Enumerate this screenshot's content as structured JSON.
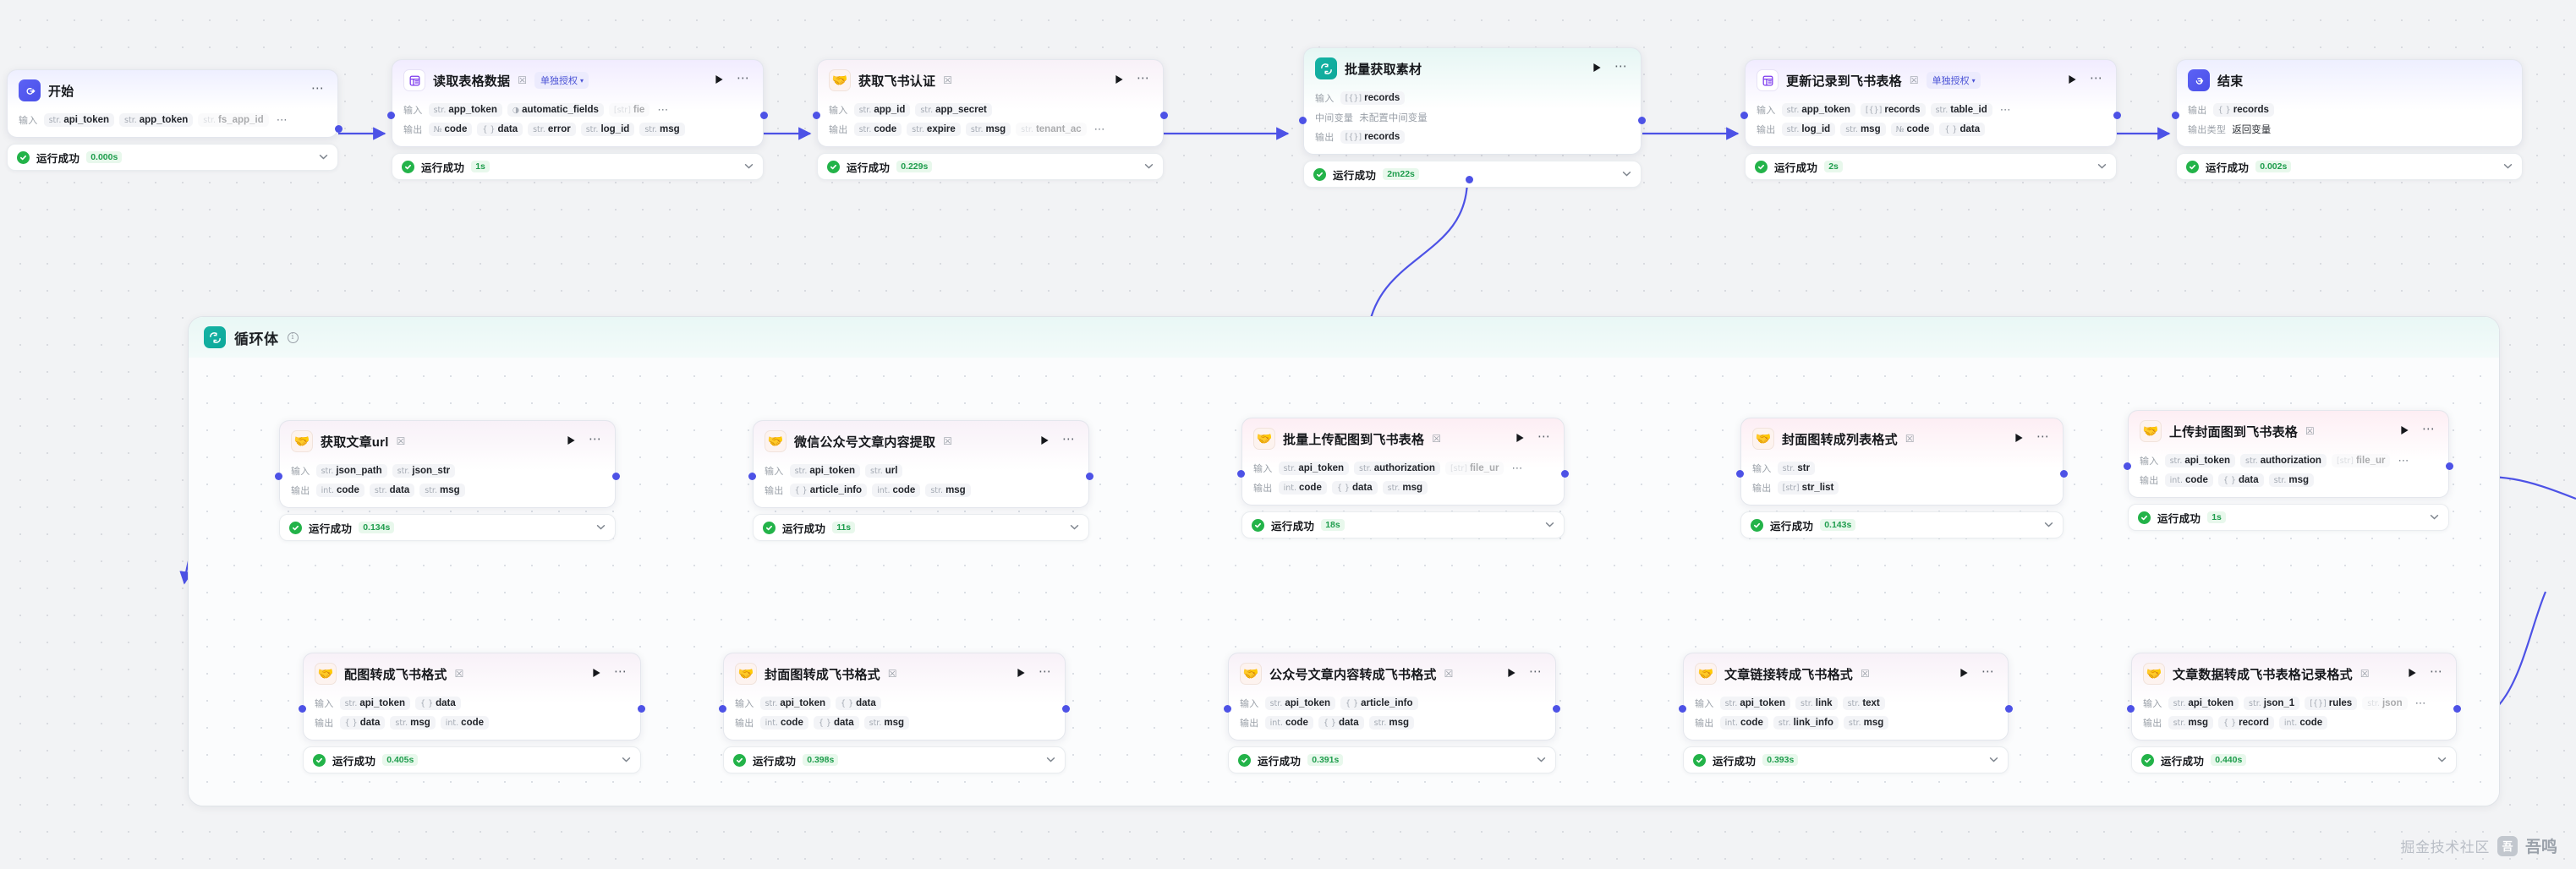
{
  "canvas": {
    "background_color": "#f2f3f5",
    "accent_color": "#4d52e6",
    "success_color": "#23b349"
  },
  "loop_container": {
    "title": "循环体",
    "icon": "loop-icon",
    "info_icon": "info-circle-icon"
  },
  "labels": {
    "input": "输入",
    "output": "输出",
    "middle_var": "中间变量",
    "output_type": "输出类型",
    "run": "run-icon",
    "more": "more-icon"
  },
  "watermark": {
    "text": "掘金技术社区",
    "logo": "吾",
    "brand": "吾鸣"
  },
  "nodes": [
    {
      "id": "start",
      "name": "开始",
      "icon": "start-icon",
      "theme": "theme-start",
      "has_auth_chip": false,
      "auth_label": "",
      "has_run": false,
      "has_more": true,
      "rows": [
        {
          "label": "输入",
          "chips": [
            {
              "type": "str.",
              "name": "api_token"
            },
            {
              "type": "str.",
              "name": "app_token"
            },
            {
              "type": "str.",
              "name": "fs_app_id",
              "faded": true
            }
          ],
          "overflow": true
        }
      ],
      "status": {
        "text": "运行成功",
        "time": "0.000s"
      }
    },
    {
      "id": "read-table-data",
      "name": "读取表格数据",
      "icon": "table-icon",
      "theme": "theme-table",
      "has_auth_chip": true,
      "auth_label": "单独授权",
      "has_run": true,
      "has_more": true,
      "rows": [
        {
          "label": "输入",
          "chips": [
            {
              "type": "str.",
              "name": "app_token"
            },
            {
              "type": "◑",
              "name": "automatic_fields"
            },
            {
              "type": "[str]",
              "name": "fie",
              "faded": true
            }
          ],
          "overflow": true
        },
        {
          "label": "输出",
          "chips": [
            {
              "type": "№",
              "name": "code"
            },
            {
              "type": "{ }",
              "name": "data"
            },
            {
              "type": "str.",
              "name": "error"
            },
            {
              "type": "str.",
              "name": "log_id"
            },
            {
              "type": "str.",
              "name": "msg"
            }
          ],
          "overflow": false
        }
      ],
      "status": {
        "text": "运行成功",
        "time": "1s"
      }
    },
    {
      "id": "feishu-auth",
      "name": "获取飞书认证",
      "icon": "handshake-icon",
      "theme": "theme-plugin",
      "has_auth_chip": false,
      "auth_label": "",
      "has_run": true,
      "has_more": true,
      "rows": [
        {
          "label": "输入",
          "chips": [
            {
              "type": "str.",
              "name": "app_id"
            },
            {
              "type": "str.",
              "name": "app_secret"
            }
          ],
          "overflow": false
        },
        {
          "label": "输出",
          "chips": [
            {
              "type": "str.",
              "name": "code"
            },
            {
              "type": "str.",
              "name": "expire"
            },
            {
              "type": "str.",
              "name": "msg"
            },
            {
              "type": "str.",
              "name": "tenant_ac",
              "faded": true
            }
          ],
          "overflow": true
        }
      ],
      "status": {
        "text": "运行成功",
        "time": "0.229s"
      }
    },
    {
      "id": "batch-get-material",
      "name": "批量获取素材",
      "icon": "loop-icon",
      "theme": "theme-loop",
      "has_auth_chip": false,
      "auth_label": "",
      "has_run": true,
      "has_more": true,
      "rows": [
        {
          "label": "输入",
          "chips": [
            {
              "type": "[{}]",
              "name": "records"
            }
          ],
          "overflow": false
        },
        {
          "label": "中间变量",
          "text": "未配置中间变量"
        },
        {
          "label": "输出",
          "chips": [
            {
              "type": "[{}]",
              "name": "records"
            }
          ],
          "overflow": false
        }
      ],
      "status": {
        "text": "运行成功",
        "time": "2m22s"
      }
    },
    {
      "id": "update-record-to-feishu-table",
      "name": "更新记录到飞书表格",
      "icon": "table-icon",
      "theme": "theme-table",
      "has_auth_chip": true,
      "auth_label": "单独授权",
      "has_run": true,
      "has_more": true,
      "rows": [
        {
          "label": "输入",
          "chips": [
            {
              "type": "str.",
              "name": "app_token"
            },
            {
              "type": "[{}]",
              "name": "records"
            },
            {
              "type": "str.",
              "name": "table_id"
            }
          ],
          "overflow": true
        },
        {
          "label": "输出",
          "chips": [
            {
              "type": "str.",
              "name": "log_id"
            },
            {
              "type": "str.",
              "name": "msg"
            },
            {
              "type": "№",
              "name": "code"
            },
            {
              "type": "{ }",
              "name": "data"
            }
          ],
          "overflow": false
        }
      ],
      "status": {
        "text": "运行成功",
        "time": "2s"
      }
    },
    {
      "id": "end",
      "name": "结束",
      "icon": "end-icon",
      "theme": "theme-end",
      "has_auth_chip": false,
      "auth_label": "",
      "has_run": false,
      "has_more": false,
      "rows": [
        {
          "label": "输出",
          "chips": [
            {
              "type": "{ }",
              "name": "records"
            }
          ],
          "overflow": false
        },
        {
          "label": "输出类型",
          "text": "返回变量"
        }
      ],
      "status": {
        "text": "运行成功",
        "time": "0.002s"
      }
    },
    {
      "id": "get-article-url",
      "name": "获取文章url",
      "icon": "handshake-icon",
      "theme": "theme-plugin",
      "has_auth_chip": false,
      "auth_label": "",
      "has_run": true,
      "has_more": true,
      "rows": [
        {
          "label": "输入",
          "chips": [
            {
              "type": "str.",
              "name": "json_path"
            },
            {
              "type": "str.",
              "name": "json_str"
            }
          ],
          "overflow": false
        },
        {
          "label": "输出",
          "chips": [
            {
              "type": "int.",
              "name": "code"
            },
            {
              "type": "str.",
              "name": "data"
            },
            {
              "type": "str.",
              "name": "msg"
            }
          ],
          "overflow": false
        }
      ],
      "status": {
        "text": "运行成功",
        "time": "0.134s"
      }
    },
    {
      "id": "wechat-article-extract",
      "name": "微信公众号文章内容提取",
      "icon": "handshake-icon",
      "theme": "theme-plugin",
      "has_auth_chip": false,
      "auth_label": "",
      "has_run": true,
      "has_more": true,
      "rows": [
        {
          "label": "输入",
          "chips": [
            {
              "type": "str.",
              "name": "api_token"
            },
            {
              "type": "str.",
              "name": "url"
            }
          ],
          "overflow": false
        },
        {
          "label": "输出",
          "chips": [
            {
              "type": "{ }",
              "name": "article_info"
            },
            {
              "type": "int.",
              "name": "code"
            },
            {
              "type": "str.",
              "name": "msg"
            }
          ],
          "overflow": false
        }
      ],
      "status": {
        "text": "运行成功",
        "time": "11s"
      }
    },
    {
      "id": "batch-upload-image",
      "name": "批量上传配图到飞书表格",
      "icon": "handshake-icon",
      "theme": "theme-pink",
      "has_auth_chip": false,
      "auth_label": "",
      "has_run": true,
      "has_more": true,
      "rows": [
        {
          "label": "输入",
          "chips": [
            {
              "type": "str.",
              "name": "api_token"
            },
            {
              "type": "str.",
              "name": "authorization"
            },
            {
              "type": "[str]",
              "name": "file_ur",
              "faded": true
            }
          ],
          "overflow": true
        },
        {
          "label": "输出",
          "chips": [
            {
              "type": "int.",
              "name": "code"
            },
            {
              "type": "{ }",
              "name": "data"
            },
            {
              "type": "str.",
              "name": "msg"
            }
          ],
          "overflow": false
        }
      ],
      "status": {
        "text": "运行成功",
        "time": "18s"
      }
    },
    {
      "id": "cover-to-list",
      "name": "封面图转成列表格式",
      "icon": "handshake-icon",
      "theme": "theme-pink",
      "has_auth_chip": false,
      "auth_label": "",
      "has_run": true,
      "has_more": true,
      "rows": [
        {
          "label": "输入",
          "chips": [
            {
              "type": "str.",
              "name": "str"
            }
          ],
          "overflow": false
        },
        {
          "label": "输出",
          "chips": [
            {
              "type": "[str]",
              "name": "str_list"
            }
          ],
          "overflow": false
        }
      ],
      "status": {
        "text": "运行成功",
        "time": "0.143s"
      }
    },
    {
      "id": "upload-cover-to-feishu",
      "name": "上传封面图到飞书表格",
      "icon": "handshake-icon",
      "theme": "theme-pink",
      "has_auth_chip": false,
      "auth_label": "",
      "has_run": true,
      "has_more": true,
      "rows": [
        {
          "label": "输入",
          "chips": [
            {
              "type": "str.",
              "name": "api_token"
            },
            {
              "type": "str.",
              "name": "authorization"
            },
            {
              "type": "[str]",
              "name": "file_ur",
              "faded": true
            }
          ],
          "overflow": true
        },
        {
          "label": "输出",
          "chips": [
            {
              "type": "int.",
              "name": "code"
            },
            {
              "type": "{ }",
              "name": "data"
            },
            {
              "type": "str.",
              "name": "msg"
            }
          ],
          "overflow": false
        }
      ],
      "status": {
        "text": "运行成功",
        "time": "1s"
      }
    },
    {
      "id": "image-to-feishu-format",
      "name": "配图转成飞书格式",
      "icon": "handshake-icon",
      "theme": "theme-plugin",
      "has_auth_chip": false,
      "auth_label": "",
      "has_run": true,
      "has_more": true,
      "rows": [
        {
          "label": "输入",
          "chips": [
            {
              "type": "str.",
              "name": "api_token"
            },
            {
              "type": "{ }",
              "name": "data"
            }
          ],
          "overflow": false
        },
        {
          "label": "输出",
          "chips": [
            {
              "type": "{ }",
              "name": "data"
            },
            {
              "type": "str.",
              "name": "msg"
            },
            {
              "type": "int.",
              "name": "code"
            }
          ],
          "overflow": false
        }
      ],
      "status": {
        "text": "运行成功",
        "time": "0.405s"
      }
    },
    {
      "id": "cover-to-feishu-format",
      "name": "封面图转成飞书格式",
      "icon": "handshake-icon",
      "theme": "theme-plugin",
      "has_auth_chip": false,
      "auth_label": "",
      "has_run": true,
      "has_more": true,
      "rows": [
        {
          "label": "输入",
          "chips": [
            {
              "type": "str.",
              "name": "api_token"
            },
            {
              "type": "{ }",
              "name": "data"
            }
          ],
          "overflow": false
        },
        {
          "label": "输出",
          "chips": [
            {
              "type": "int.",
              "name": "code"
            },
            {
              "type": "{ }",
              "name": "data"
            },
            {
              "type": "str.",
              "name": "msg"
            }
          ],
          "overflow": false
        }
      ],
      "status": {
        "text": "运行成功",
        "time": "0.398s"
      }
    },
    {
      "id": "article-content-to-feishu",
      "name": "公众号文章内容转成飞书格式",
      "icon": "handshake-icon",
      "theme": "theme-plugin",
      "has_auth_chip": false,
      "auth_label": "",
      "has_run": true,
      "has_more": true,
      "rows": [
        {
          "label": "输入",
          "chips": [
            {
              "type": "str.",
              "name": "api_token"
            },
            {
              "type": "{ }",
              "name": "article_info"
            }
          ],
          "overflow": false
        },
        {
          "label": "输出",
          "chips": [
            {
              "type": "int.",
              "name": "code"
            },
            {
              "type": "{ }",
              "name": "data"
            },
            {
              "type": "str.",
              "name": "msg"
            }
          ],
          "overflow": false
        }
      ],
      "status": {
        "text": "运行成功",
        "time": "0.391s"
      }
    },
    {
      "id": "article-link-to-feishu",
      "name": "文章链接转成飞书格式",
      "icon": "handshake-icon",
      "theme": "theme-plugin",
      "has_auth_chip": false,
      "auth_label": "",
      "has_run": true,
      "has_more": true,
      "rows": [
        {
          "label": "输入",
          "chips": [
            {
              "type": "str.",
              "name": "api_token"
            },
            {
              "type": "str.",
              "name": "link"
            },
            {
              "type": "str.",
              "name": "text"
            }
          ],
          "overflow": false
        },
        {
          "label": "输出",
          "chips": [
            {
              "type": "int.",
              "name": "code"
            },
            {
              "type": "str.",
              "name": "link_info"
            },
            {
              "type": "str.",
              "name": "msg"
            }
          ],
          "overflow": false
        }
      ],
      "status": {
        "text": "运行成功",
        "time": "0.393s"
      }
    },
    {
      "id": "article-data-to-record",
      "name": "文章数据转成飞书表格记录格式",
      "icon": "handshake-icon",
      "theme": "theme-plugin",
      "has_auth_chip": false,
      "auth_label": "",
      "has_run": true,
      "has_more": true,
      "rows": [
        {
          "label": "输入",
          "chips": [
            {
              "type": "str.",
              "name": "api_token"
            },
            {
              "type": "str.",
              "name": "json_1"
            },
            {
              "type": "[{}]",
              "name": "rules"
            },
            {
              "type": "str.",
              "name": "json",
              "faded": true
            }
          ],
          "overflow": true
        },
        {
          "label": "输出",
          "chips": [
            {
              "type": "str.",
              "name": "msg"
            },
            {
              "type": "{ }",
              "name": "record"
            },
            {
              "type": "int.",
              "name": "code"
            }
          ],
          "overflow": false
        }
      ],
      "status": {
        "text": "运行成功",
        "time": "0.440s"
      }
    }
  ]
}
